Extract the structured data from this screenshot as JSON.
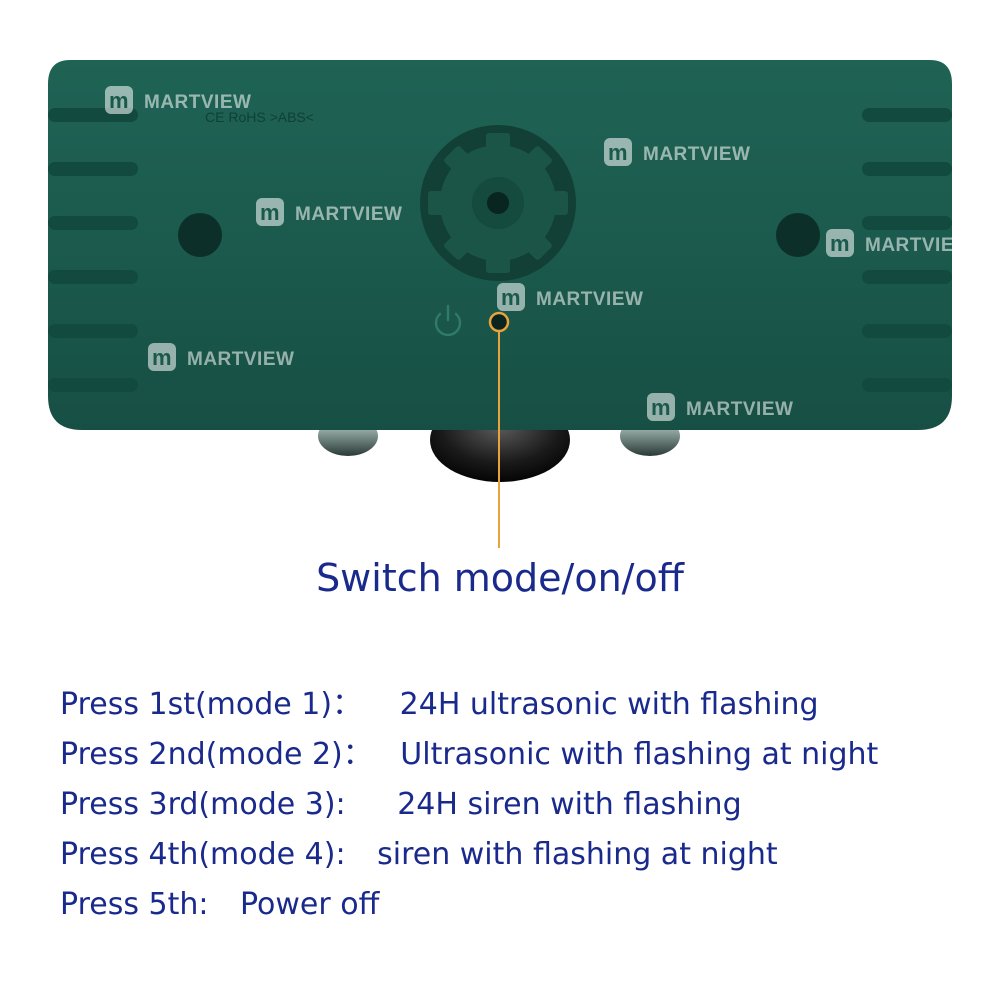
{
  "brand": {
    "watermark_text": "MARTVIEW",
    "logo_letter": "m"
  },
  "device": {
    "embossed_marking": "CE RoHS >ABS<",
    "body_color": "#1b5a4d",
    "marker_color": "#e8a33a"
  },
  "caption": {
    "text": "Switch mode/on/off"
  },
  "instructions": [
    {
      "step": "Press 1st(mode 1)：",
      "action": "24H ultrasonic with flashing"
    },
    {
      "step": "Press 2nd(mode 2)：",
      "action": "Ultrasonic with flashing at night"
    },
    {
      "step": "Press 3rd(mode 3):",
      "action": "24H siren with flashing"
    },
    {
      "step": "Press 4th(mode 4):",
      "action": "siren with flashing at night"
    },
    {
      "step": "Press 5th:",
      "action": "Power off"
    }
  ],
  "colors": {
    "text_blue": "#1a2a8c",
    "background": "#ffffff"
  }
}
